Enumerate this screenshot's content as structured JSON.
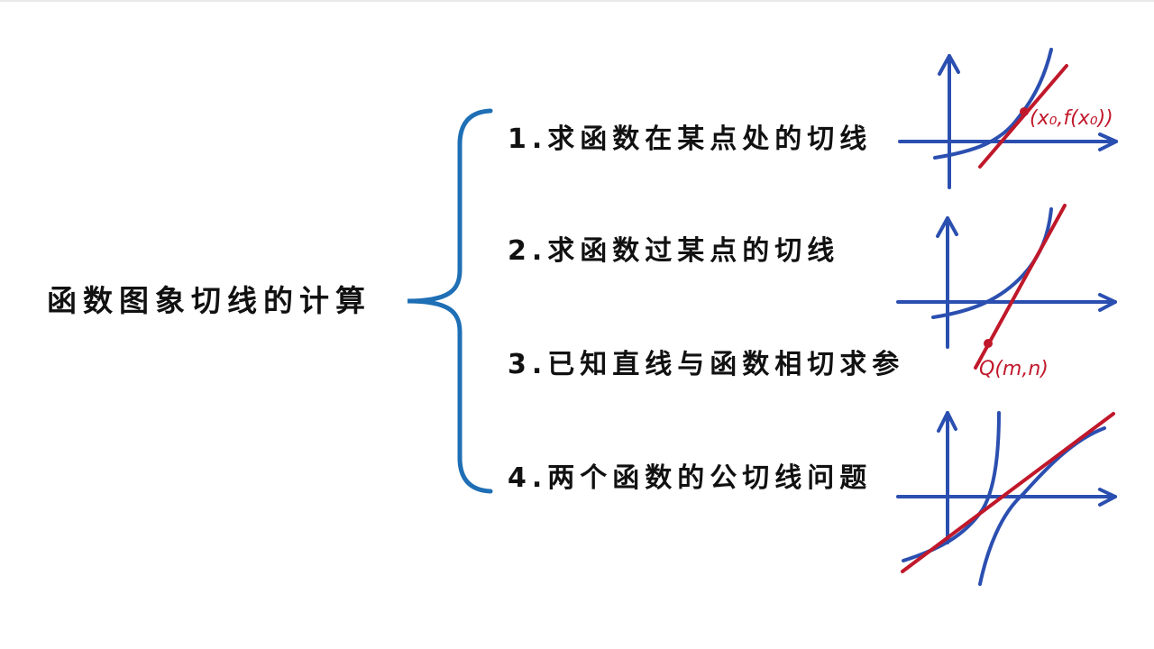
{
  "diagram": {
    "root": {
      "label": "函数图象切线的计算"
    },
    "branches": [
      {
        "label": "1.求函数在某点处的切线",
        "graph_annotation": "(x₀,f(x₀))"
      },
      {
        "label": "2.求函数过某点的切线",
        "graph_annotation": "Q(m,n)"
      },
      {
        "label": "3.已知直线与函数相切求参"
      },
      {
        "label": "4.两个函数的公切线问题"
      }
    ],
    "graphs": [
      {
        "name": "tangent-at-point",
        "annotation": "(x₀,f(x₀))"
      },
      {
        "name": "tangent-through-point",
        "annotation": "Q(m,n)"
      },
      {
        "name": "common-tangent"
      }
    ],
    "colors": {
      "brace": "#1e6fb5",
      "axes_curves": "#2b4fb0",
      "tangent_line": "#c0182a",
      "text": "#111111"
    }
  }
}
